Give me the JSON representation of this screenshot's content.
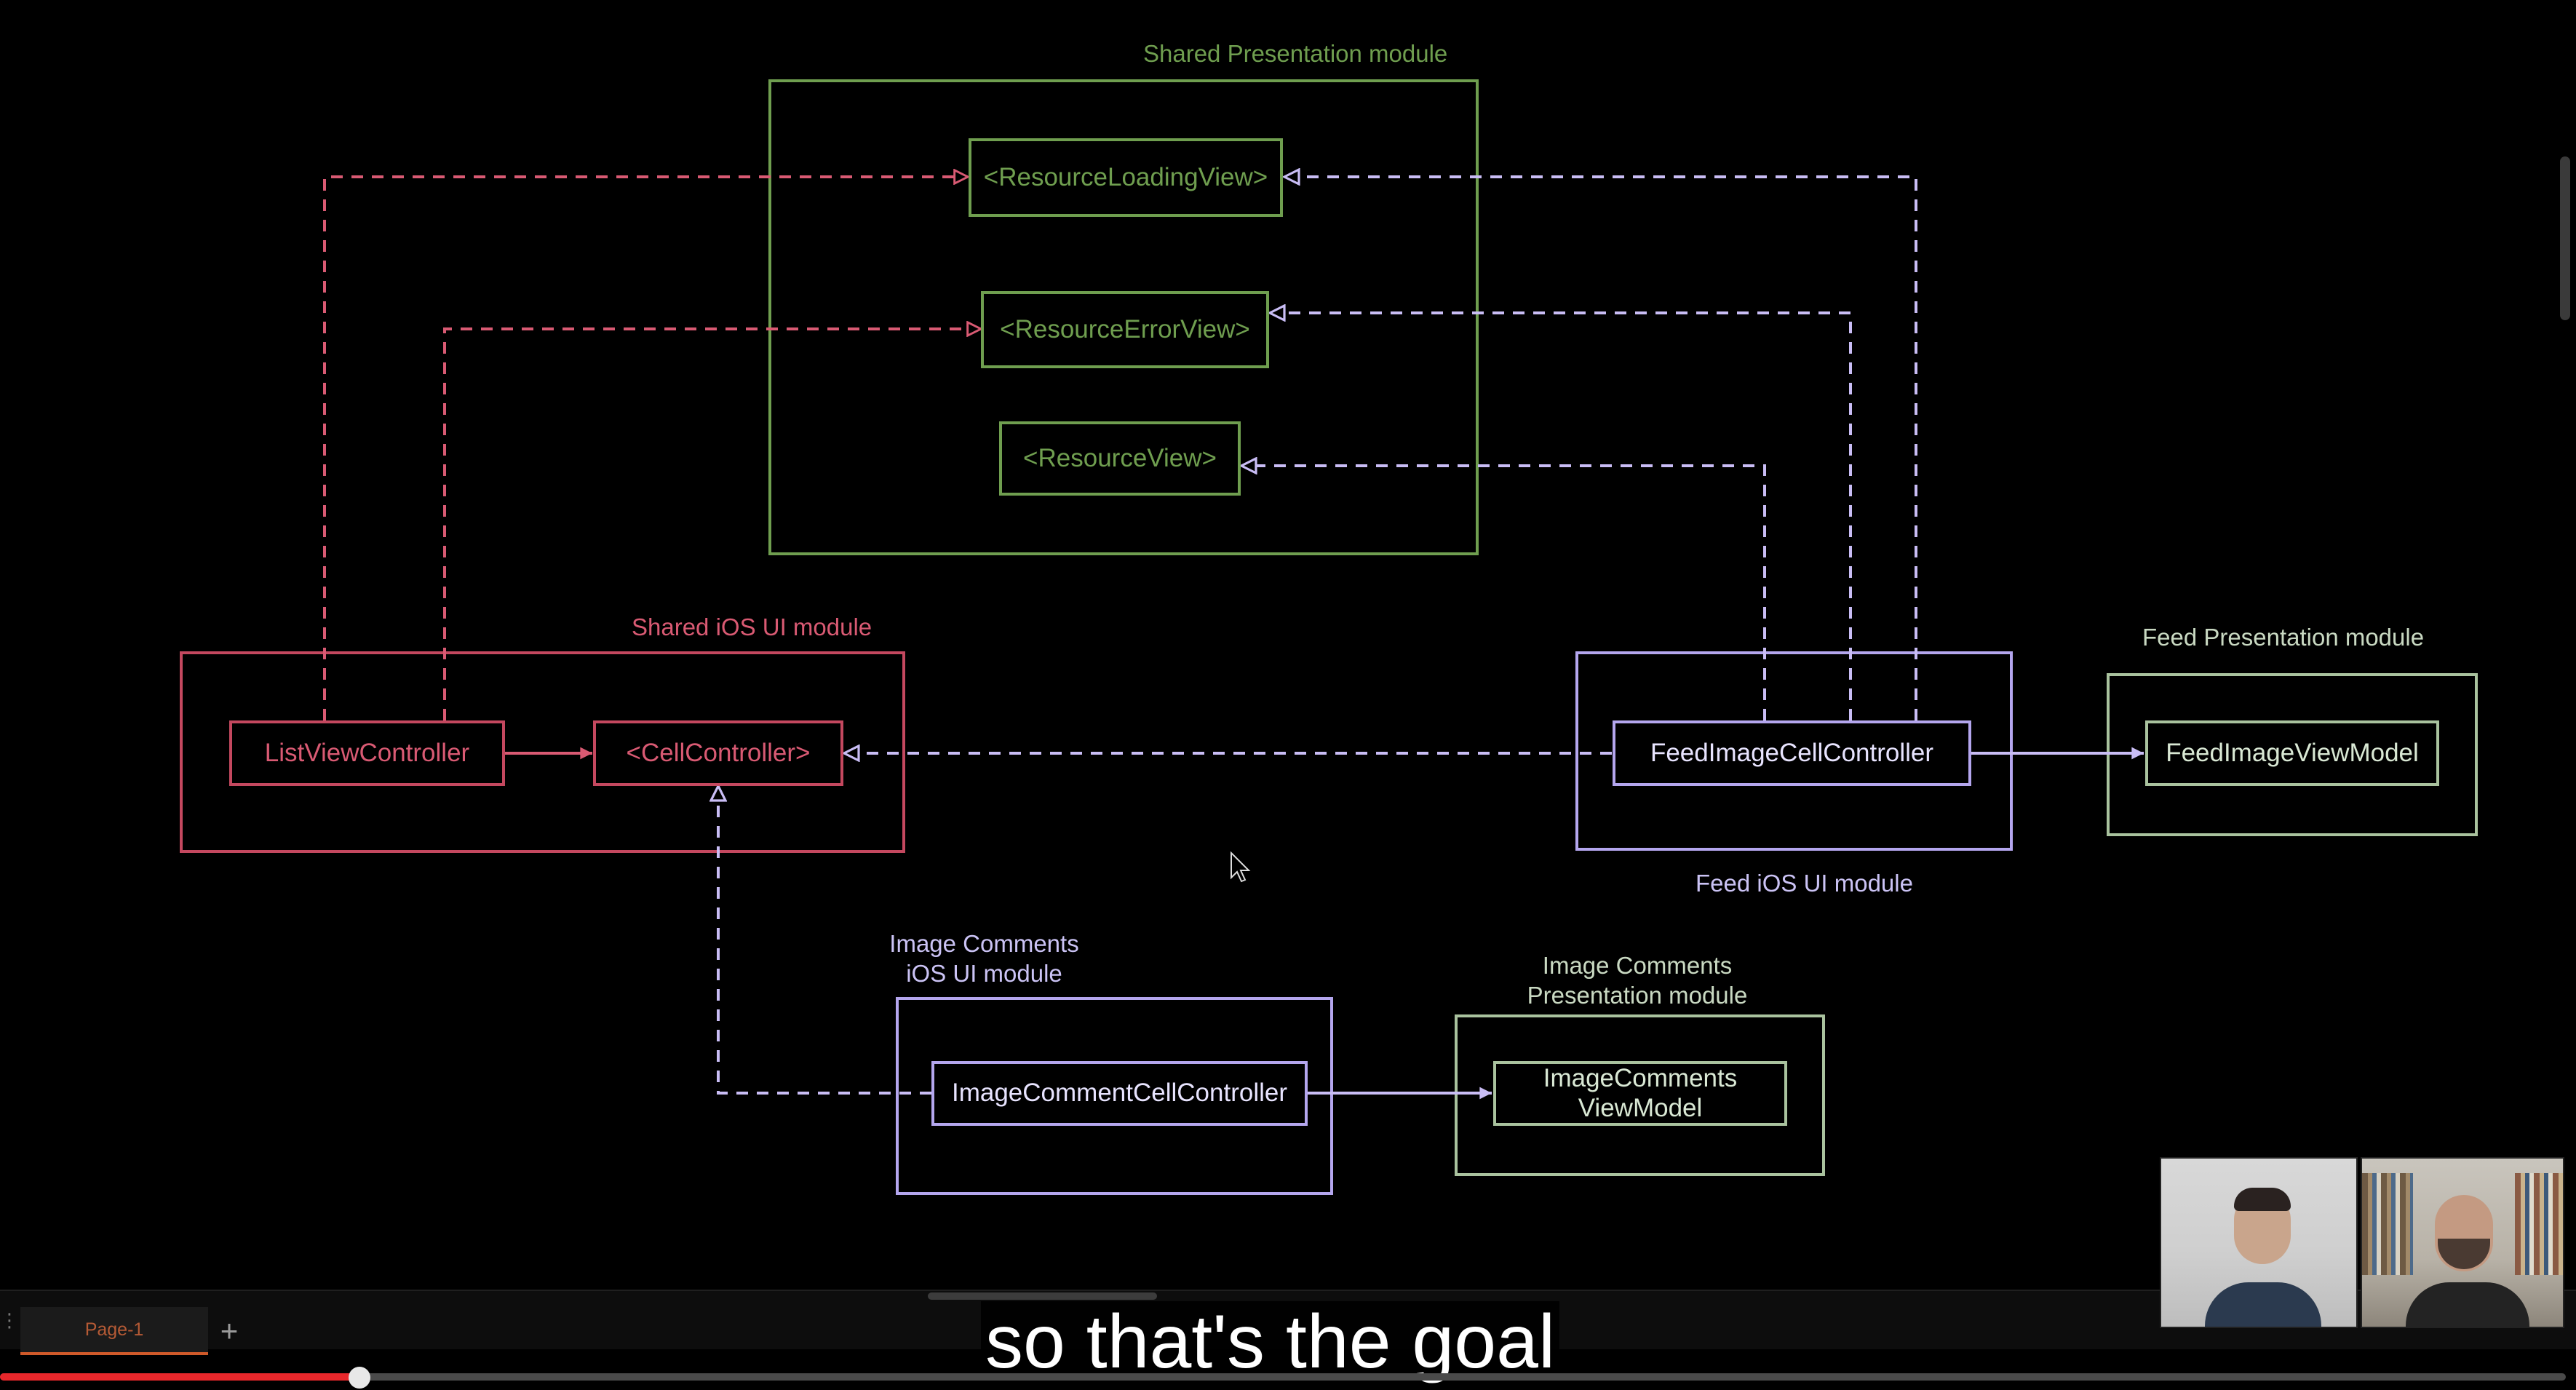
{
  "diagram": {
    "modules": {
      "shared_presentation": "Shared Presentation module",
      "shared_ios_ui": "Shared iOS UI module",
      "feed_presentation": "Feed Presentation module",
      "feed_ios_ui": "Feed iOS UI module",
      "image_comments_ios_ui": [
        "Image Comments",
        "iOS UI module"
      ],
      "image_comments_presentation": [
        "Image Comments",
        "Presentation module"
      ]
    },
    "nodes": {
      "resource_loading_view": "<ResourceLoadingView>",
      "resource_error_view": "<ResourceErrorView>",
      "resource_view": "<ResourceView>",
      "list_view_controller": "ListViewController",
      "cell_controller": "<CellController>",
      "feed_image_cell_controller": "FeedImageCellController",
      "feed_image_view_model": "FeedImageViewModel",
      "image_comment_cell_controller": "ImageCommentCellController",
      "image_comments_view_model": [
        "ImageComments",
        "ViewModel"
      ]
    },
    "colors": {
      "shared_presentation": "#6f9e4f",
      "shared_ios_ui": "#c4485f",
      "feed_ios_ui": "#b4a6ee",
      "presentation_modules": "#a9c29e",
      "background": "#000000"
    }
  },
  "editor": {
    "page_tab": "Page-1",
    "add_page_icon": "plus-icon"
  },
  "video": {
    "subtitle": "so that's the goal",
    "progress_fraction": 0.14,
    "progress_color": "#e8272b"
  }
}
